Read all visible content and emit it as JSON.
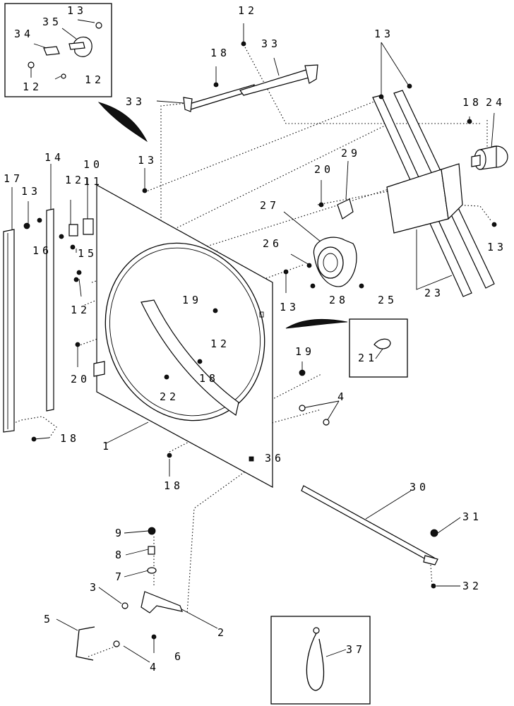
{
  "callouts": {
    "c1": "1",
    "c2": "2",
    "c3": "3",
    "c4a": "4",
    "c4b": "4",
    "c5": "5",
    "c6": "6",
    "c7": "7",
    "c8": "8",
    "c9": "9",
    "c10": "10",
    "c11": "11",
    "c12a": "12",
    "c12b": "12",
    "c12c": "12",
    "c12d": "12",
    "c12e": "12",
    "c12f": "12",
    "c13a": "13",
    "c13b": "13",
    "c13c": "13",
    "c13d": "13",
    "c13e": "13",
    "c13f": "13",
    "c14": "14",
    "c15": "15",
    "c16": "16",
    "c17": "17",
    "c18a": "18",
    "c18b": "18",
    "c18c": "18",
    "c18d": "18",
    "c18e": "18",
    "c19a": "19",
    "c19b": "19",
    "c20a": "20",
    "c20b": "20",
    "c21": "21",
    "c22": "22",
    "c23": "23",
    "c24": "24",
    "c25": "25",
    "c26": "26",
    "c27": "27",
    "c28": "28",
    "c29": "29",
    "c30": "30",
    "c31": "31",
    "c32": "32",
    "c33a": "33",
    "c33b": "33",
    "c34": "34",
    "c35": "35",
    "c36": "36",
    "c37": "37"
  }
}
